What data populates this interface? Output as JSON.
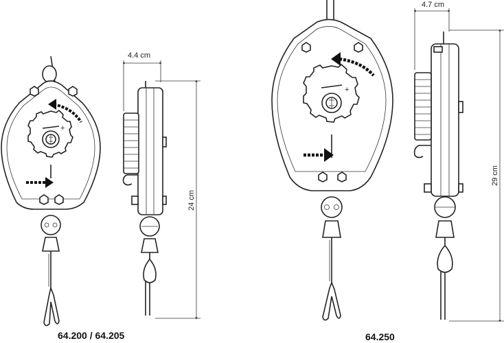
{
  "labels": {
    "model_small": "64.200 / 64.205",
    "model_large": "64.250"
  },
  "dimensions": {
    "small_width": "4.4 cm",
    "small_height": "24 cm",
    "large_width": "4.7 cm",
    "large_height": "29 cm"
  },
  "colors": {
    "line": "#222222",
    "background": "#ffffff"
  },
  "icons": [
    "arrow-icon",
    "screw-icon",
    "carabiner-hook-icon"
  ]
}
